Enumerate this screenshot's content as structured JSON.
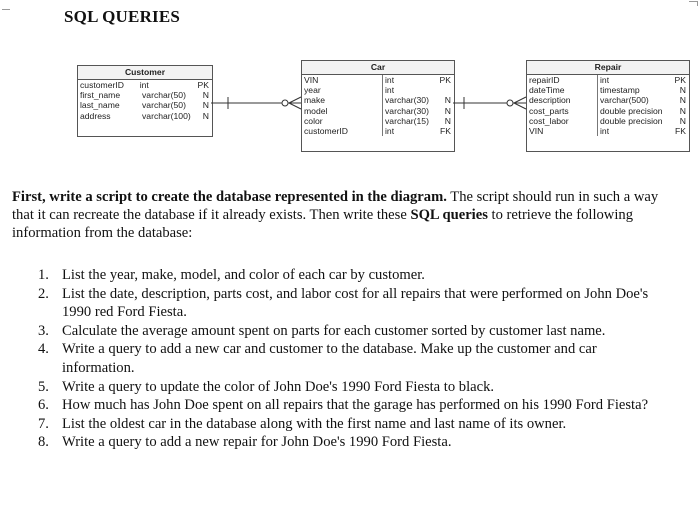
{
  "title": "SQL QUERIES",
  "diagram": {
    "customer": {
      "name": "Customer",
      "columns": [
        {
          "name": "customerID",
          "type": "int",
          "key": "PK"
        },
        {
          "name": "first_name",
          "type": "varchar(50)",
          "key": "N"
        },
        {
          "name": "last_name",
          "type": "varchar(50)",
          "key": "N"
        },
        {
          "name": "address",
          "type": "varchar(100)",
          "key": "N"
        }
      ]
    },
    "car": {
      "name": "Car",
      "columns": [
        {
          "name": "VIN",
          "type": "int",
          "key": "PK"
        },
        {
          "name": "year",
          "type": "int",
          "key": ""
        },
        {
          "name": "make",
          "type": "varchar(30)",
          "key": "N"
        },
        {
          "name": "model",
          "type": "varchar(30)",
          "key": "N"
        },
        {
          "name": "color",
          "type": "varchar(15)",
          "key": "N"
        },
        {
          "name": "customerID",
          "type": "int",
          "key": "FK"
        }
      ]
    },
    "repair": {
      "name": "Repair",
      "columns": [
        {
          "name": "repairID",
          "type": "int",
          "key": "PK"
        },
        {
          "name": "dateTime",
          "type": "timestamp",
          "key": "N"
        },
        {
          "name": "description",
          "type": "varchar(500)",
          "key": "N"
        },
        {
          "name": "cost_parts",
          "type": "double precision",
          "key": "N"
        },
        {
          "name": "cost_labor",
          "type": "double precision",
          "key": "N"
        },
        {
          "name": "VIN",
          "type": "int",
          "key": "FK"
        }
      ]
    }
  },
  "intro": {
    "bold_lead": "First, write a script to create the database represented in the diagram.",
    "middle": " The script should run in such a way that it can recreate the database if it already exists. Then write these ",
    "bold_sql": "SQL queries",
    "tail": " to retrieve the following information from the database:"
  },
  "questions": [
    {
      "num": "1.",
      "text": "List the year, make, model, and color of each car by customer."
    },
    {
      "num": "2.",
      "text": "List the date, description, parts cost, and labor cost for all repairs that were performed on John Doe's 1990 red Ford Fiesta."
    },
    {
      "num": "3.",
      "text": "Calculate the average amount spent on parts for each customer sorted by customer last name."
    },
    {
      "num": "4.",
      "text": "Write a query to add a new car and customer to the database. Make up the customer and car information."
    },
    {
      "num": "5.",
      "text": "Write a query to update the color of John Doe's 1990 Ford Fiesta to black."
    },
    {
      "num": "6.",
      "text": "How much has John Doe spent on all repairs that the garage has performed on his 1990 Ford Fiesta?"
    },
    {
      "num": "7.",
      "text": "List the oldest car in the database along with the first name and last name of its owner."
    },
    {
      "num": "8.",
      "text": "Write a query to add a new repair for John Doe's 1990 Ford Fiesta."
    }
  ]
}
